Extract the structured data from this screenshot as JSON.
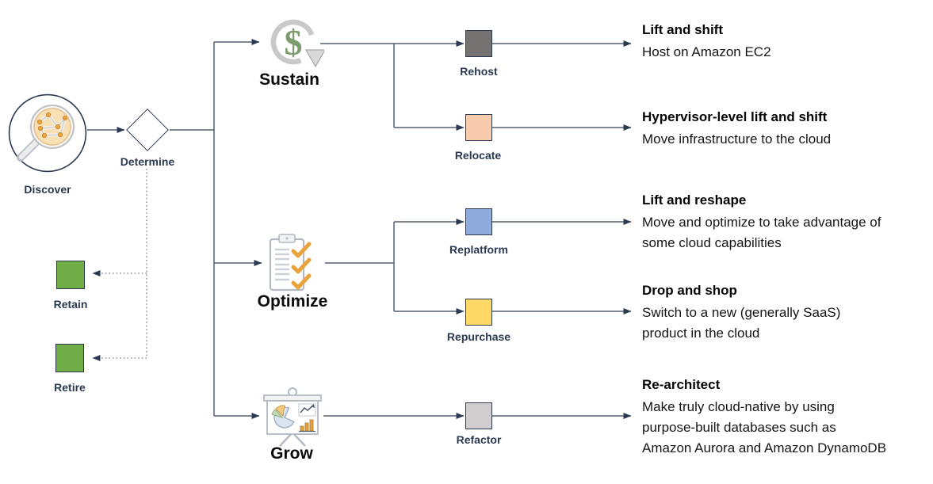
{
  "discover": {
    "label": "Discover"
  },
  "determine": {
    "label": "Determine"
  },
  "side_nodes": {
    "retain": {
      "label": "Retain",
      "color": "#70AD47"
    },
    "retire": {
      "label": "Retire",
      "color": "#70AD47"
    }
  },
  "categories": {
    "sustain": {
      "label": "Sustain"
    },
    "optimize": {
      "label": "Optimize"
    },
    "grow": {
      "label": "Grow"
    }
  },
  "strategies": {
    "rehost": {
      "label": "Rehost",
      "color": "#767171",
      "title": "Lift and shift",
      "desc_lines": [
        "Host on Amazon EC2"
      ]
    },
    "relocate": {
      "label": "Relocate",
      "color": "#F8CBAD",
      "title": "Hypervisor-level lift and shift",
      "desc_lines": [
        "Move infrastructure to the cloud"
      ]
    },
    "replatform": {
      "label": "Replatform",
      "color": "#8FAADC",
      "title": "Lift and reshape",
      "desc_lines": [
        "Move and optimize to take advantage of",
        "some cloud capabilities"
      ]
    },
    "repurchase": {
      "label": "Repurchase",
      "color": "#FFD966",
      "title": "Drop and shop",
      "desc_lines": [
        "Switch to a new (generally SaaS)",
        "product in the cloud"
      ]
    },
    "refactor": {
      "label": "Refactor",
      "color": "#D0CECE",
      "title": "Re-architect",
      "desc_lines": [
        "Make truly cloud-native by using",
        "purpose-built databases such as",
        "Amazon Aurora and Amazon DynamoDB"
      ]
    }
  },
  "colors": {
    "line": "#55616e",
    "arrowhead": "#2b3a52",
    "label_navy": "#2b3a52",
    "check_orange": "#E8A33D",
    "dollar_green": "#7d9c6d"
  }
}
